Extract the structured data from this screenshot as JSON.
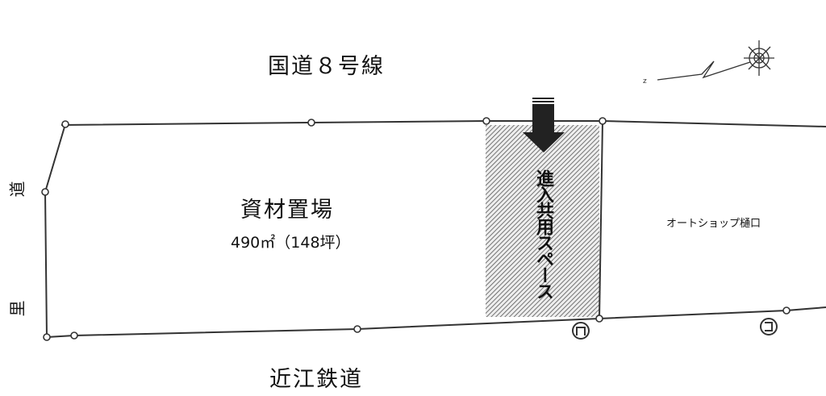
{
  "labels": {
    "road_north": "国道８号線",
    "yard_name": "資材置場",
    "yard_area": "490㎡（148坪）",
    "railway_south": "近江鉄道",
    "neighbor": "オートショップ樋口",
    "shared_space": "進入共用スペース",
    "side_road_part1": "道",
    "side_road_part2": "里"
  },
  "icons": {
    "entry_arrow": "arrow-down-icon",
    "compass": "north-compass-icon",
    "boundary_marker_1": "boundary-marker-icon",
    "boundary_marker_2": "boundary-marker-icon"
  },
  "colors": {
    "line": "#333333",
    "hatch": "#555555",
    "arrow": "#222222"
  }
}
